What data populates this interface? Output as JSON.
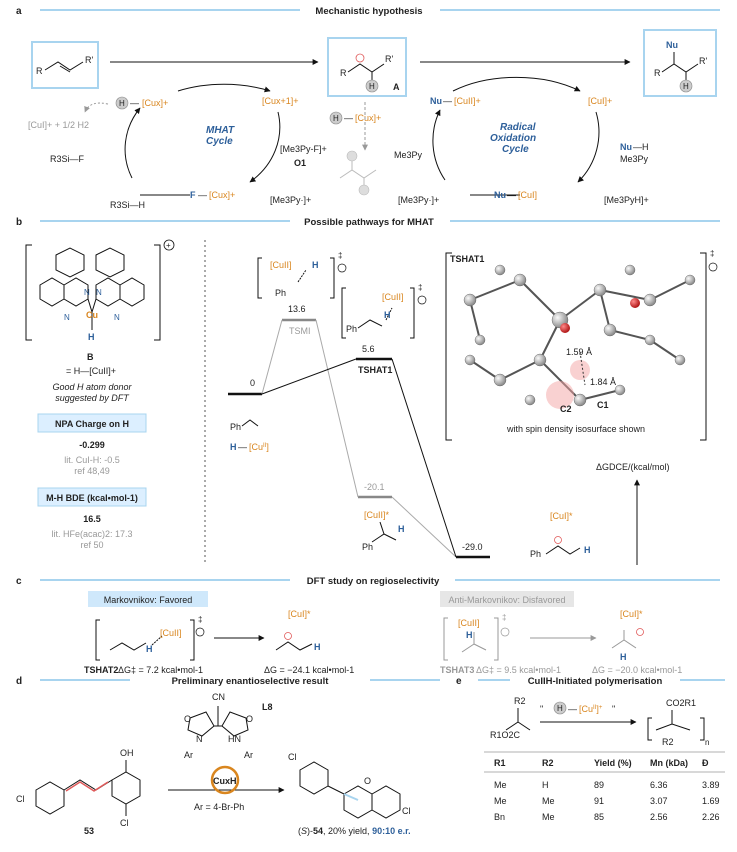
{
  "panels": {
    "a": {
      "letter": "a",
      "title": "Mechanistic hypothesis"
    },
    "b": {
      "letter": "b",
      "title": "Possible pathways for MHAT"
    },
    "c": {
      "letter": "c",
      "title": "DFT study on regioselectivity"
    },
    "d": {
      "letter": "d",
      "title": "Preliminary enantioselective result"
    },
    "e": {
      "letter": "e",
      "title": "CuIIH-Initiated polymerisation"
    }
  },
  "a": {
    "intermediate_label": "A",
    "mhat_cycle": [
      "MHAT",
      "Cycle"
    ],
    "radical_cycle": [
      "Radical",
      "Oxidation",
      "Cycle"
    ],
    "cu_h": "[Cux]+",
    "cu_x1": "[Cux+1]+",
    "cu_x_mid": "[Cux]+",
    "cu_h2": "[CuI]+ + 1/2 H2",
    "r3si_f": "R3Si—F",
    "r3si_h": "R3Si—H",
    "f_cu": "[Cux]+",
    "oxidant": "[Me3Py-F]+",
    "oxidant_id": "O1",
    "me3py_radical": "[Me3Py·]+",
    "me3py_radical2": "[Me3Py·]+",
    "me3py": "Me3Py",
    "nu_cu2": "[CuII]+",
    "cu1": "[CuI]+",
    "nu_h": "Nu—H",
    "me3py_base": "Me3Py",
    "me3pyh": "[Me3PyH]+",
    "nu_cu1": "[CuI]",
    "nu": "Nu"
  },
  "b": {
    "complex_label": "B",
    "equals": "= H—[CuII]+",
    "donor_text": [
      "Good H atom donor",
      "suggested by DFT"
    ],
    "npa_title": "NPA Charge on H",
    "npa_value": "-0.299",
    "npa_lit": [
      "lit. CuI-H: -0.5",
      "ref 48,49"
    ],
    "bde_title": "M-H BDE (kcal•mol-1)",
    "bde_value": "16.5",
    "bde_lit": [
      "lit. HFe(acac)2: 17.3",
      "ref 50"
    ],
    "energies": {
      "start": "0",
      "ts_mi": "13.6",
      "ts_hat1": "5.6",
      "int_mi": "-20.1",
      "product": "-29.0"
    },
    "ts_mi_label": "TSMI",
    "ts_hat1_label": "TSHAT1",
    "ts_box_label": "TSHAT1",
    "dist1": "1.59 Å",
    "dist2": "1.84 Å",
    "c1": "C1",
    "c2": "C2",
    "isosurface": "with spin density isosurface shown",
    "axis_label": "ΔGDCE/(kcal/mol)",
    "cu2": "[CuII]",
    "cu2_star": "[CuII]*",
    "cu1_star": "[CuI]*",
    "ph": "Ph",
    "h": "H",
    "h_cu": "H—[CuII]+"
  },
  "c": {
    "mark_label": "Markovnikov: Favored",
    "anti_label": "Anti-Markovnikov: Disfavored",
    "ts2": "TSHAT2",
    "dg2": "ΔG‡ = 7.2 kcal•mol-1",
    "dg_prod1": "ΔG = −24.1 kcal•mol-1",
    "ts3": "TSHAT3",
    "dg3": "ΔG‡ = 9.5 kcal•mol-1",
    "dg_prod2": "ΔG = −20.0 kcal•mol-1",
    "cu2": "[CuII]",
    "cu1": "[CuI]*"
  },
  "d": {
    "ligand": "L8",
    "cn": "CN",
    "ar": "Ar",
    "cat": "CuxH",
    "ar_def": "Ar = 4-Br-Ph",
    "sm": "53",
    "product": "(S)-54, 20% yield, 90:10 e.r.",
    "cl": "Cl",
    "oh": "OH",
    "o": "O",
    "n": "N",
    "hn": "HN"
  },
  "e": {
    "reagent": "\" H —[CuII]+ \"",
    "co2r1": "CO2R1",
    "r1o2c": "R1O2C",
    "r2": "R2",
    "n": "n",
    "table": {
      "headers": [
        "R1",
        "R2",
        "Yield (%)",
        "Mn (kDa)",
        "Đ"
      ],
      "rows": [
        [
          "Me",
          "H",
          "89",
          "6.36",
          "3.89"
        ],
        [
          "Me",
          "Me",
          "91",
          "3.07",
          "1.69"
        ],
        [
          "Bn",
          "Me",
          "85",
          "2.56",
          "2.26"
        ]
      ]
    }
  },
  "colors": {
    "accent_blue": "#2d5f9a",
    "orange": "#d9861f",
    "box_blue": "#a8d4ef",
    "grey": "#999999",
    "radical": "#e05a5a"
  }
}
